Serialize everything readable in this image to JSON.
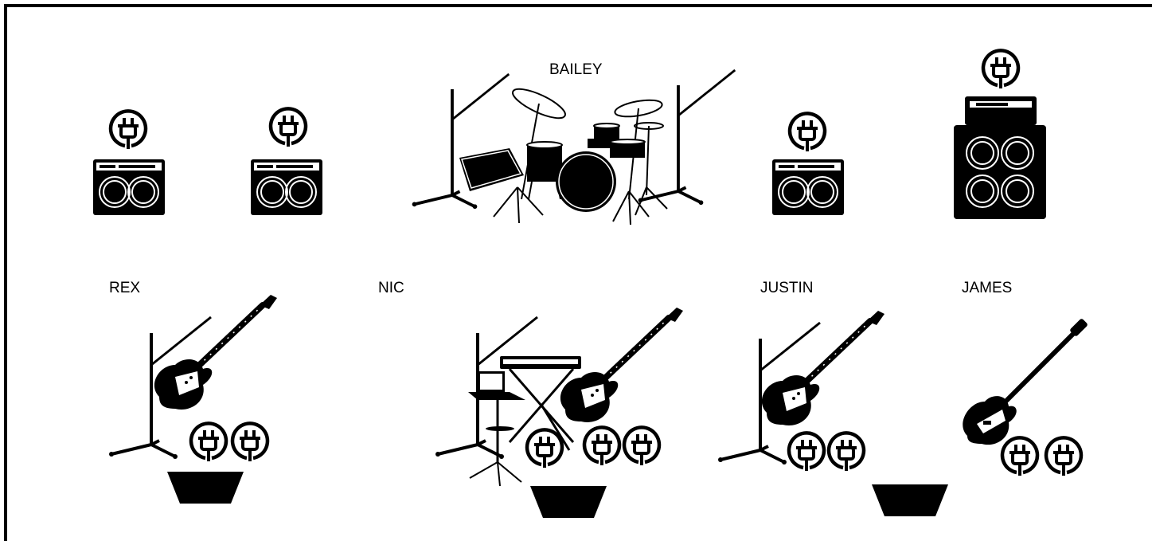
{
  "stage": {
    "labels": {
      "bailey": "BAILEY",
      "rex": "REX",
      "nic": "NIC",
      "justin": "JUSTIN",
      "james": "JAMES"
    }
  },
  "legend_icons": {
    "power": "power-plug-icon",
    "amp_combo": "combo-amp-icon",
    "amp_stack": "amp-stack-icon",
    "drums": "drum-kit-icon",
    "mic_stand": "mic-stand-icon",
    "guitar": "electric-guitar-icon",
    "bass": "bass-guitar-icon",
    "keyboard": "keyboard-icon",
    "laptop": "laptop-icon",
    "wedge": "monitor-wedge-icon"
  },
  "colors": {
    "ink": "#000000",
    "paper": "#ffffff"
  }
}
